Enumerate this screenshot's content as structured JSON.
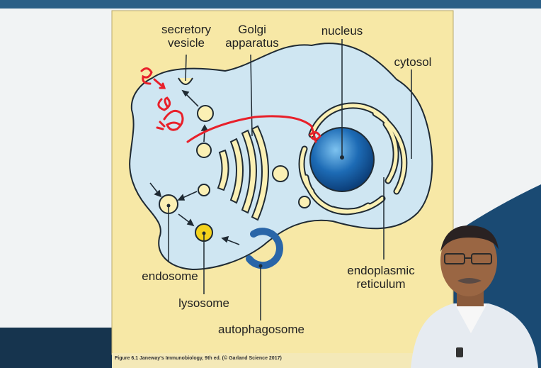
{
  "labels": {
    "secretory_vesicle_line1": "secretory",
    "secretory_vesicle_line2": "vesicle",
    "golgi_line1": "Golgi",
    "golgi_line2": "apparatus",
    "nucleus": "nucleus",
    "cytosol": "cytosol",
    "endosome": "endosome",
    "lysosome": "lysosome",
    "autophagosome": "autophagosome",
    "er_line1": "endoplasmic",
    "er_line2": "reticulum"
  },
  "caption": "Figure 6.1  Janeway's Immunobiology, 9th ed. (© Garland Science 2017)",
  "colors": {
    "panel": "#f7e8a6",
    "cytoplasm": "#cfe6f2",
    "organelle": "#fbf0b4",
    "lysosome": "#f4d21c",
    "nucleus": "#1d6bb5",
    "autophagosome": "#2a66a8",
    "annotation": "#e8202a"
  }
}
